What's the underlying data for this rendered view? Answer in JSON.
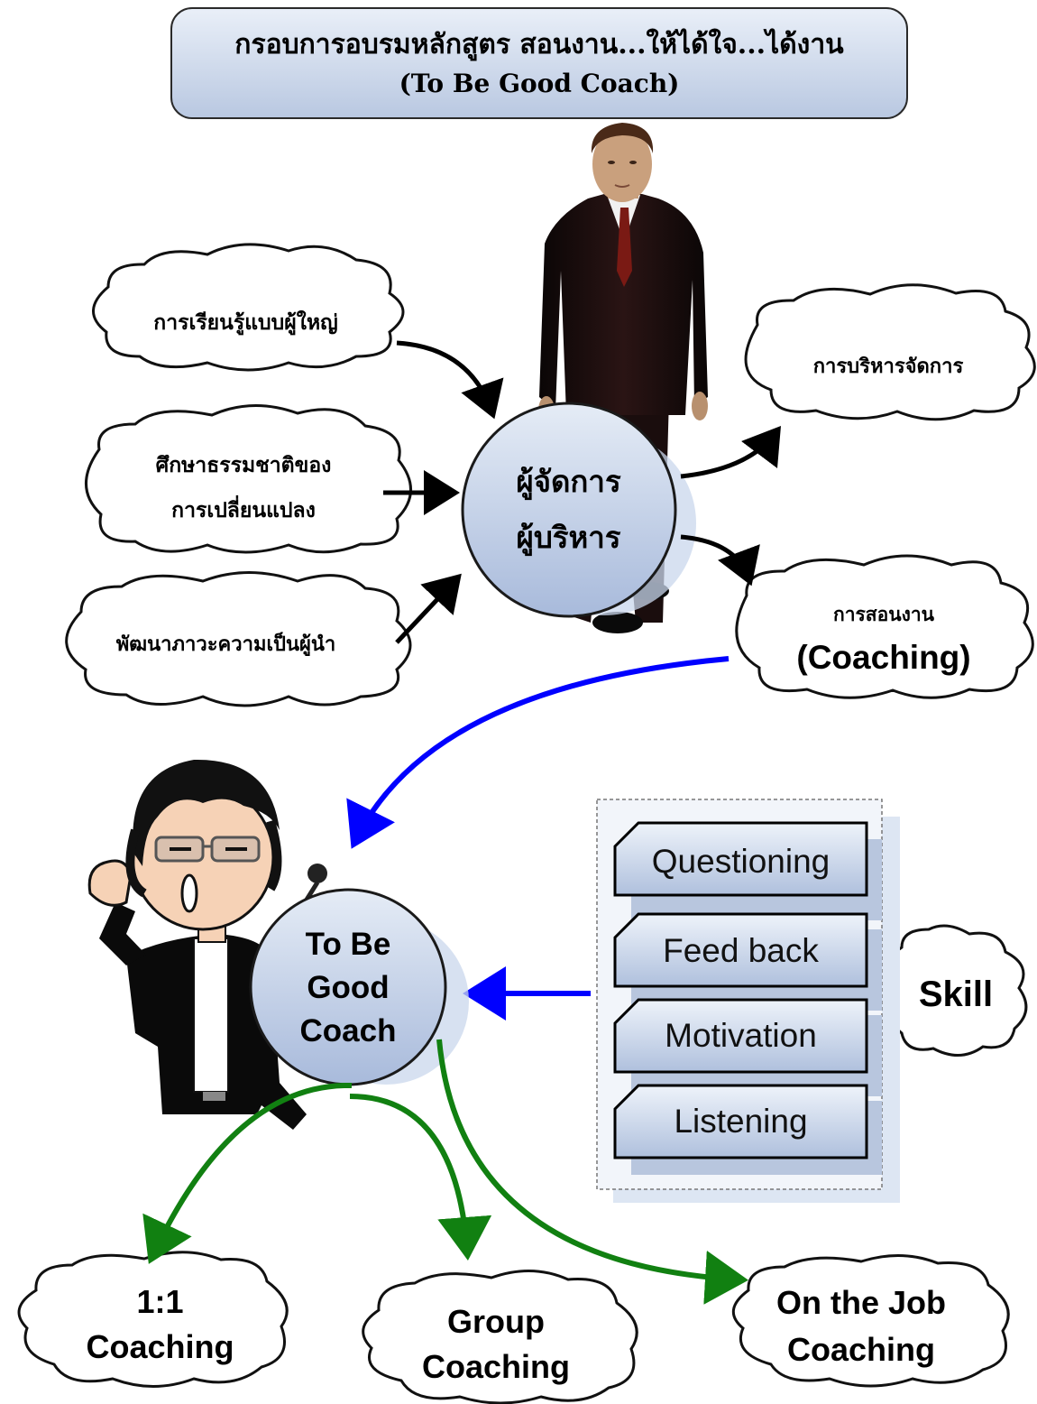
{
  "title": {
    "line1": "กรอบการอบรมหลักสูตร สอนงาน...ให้ได้ใจ...ได้งาน",
    "line2": "(To Be Good Coach)"
  },
  "center_manager": {
    "line1": "ผู้จัดการ",
    "line2": "ผู้บริหาร"
  },
  "clouds": {
    "adult_learning": "การเรียนรู้แบบผู้ใหญ่",
    "change_line1": "ศึกษาธรรมชาติของ",
    "change_line2": "การเปลี่ยนแปลง",
    "leadership": "พัฒนาภาวะความเป็นผู้นำ",
    "management": "การบริหารจัดการ",
    "coaching_th": "การสอนงาน",
    "coaching_en": "(Coaching)",
    "skill": "Skill",
    "one_on_one_line1": "1:1",
    "one_on_one_line2": "Coaching",
    "group_line1": "Group",
    "group_line2": "Coaching",
    "job_line1": "On the Job",
    "job_line2": "Coaching"
  },
  "good_coach": {
    "line1": "To Be",
    "line2": "Good",
    "line3": "Coach"
  },
  "skills": [
    "Questioning",
    "Feed back",
    "Motivation",
    "Listening"
  ],
  "colors": {
    "black_arrow": "#000000",
    "blue_arrow": "#0000ff",
    "green_arrow": "#118011",
    "circle_fill": "#c5d3e8",
    "panel_fill": "#dde6f3"
  },
  "icons": [
    "businessman-figure",
    "cartoon-coach-figure"
  ]
}
